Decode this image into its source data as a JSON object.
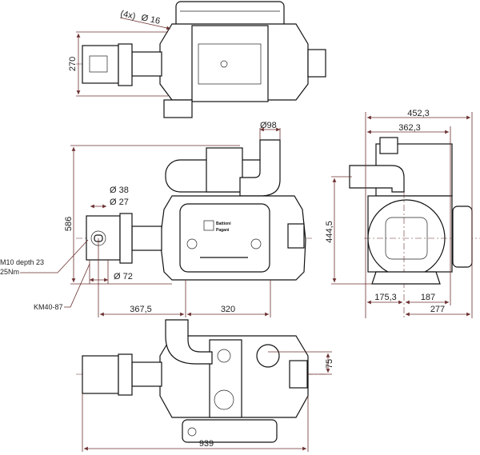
{
  "colors": {
    "dimension": "#6b2f2f",
    "outline": "#111111"
  },
  "top_view": {
    "dim_height": "270",
    "hole_note": "(4x)",
    "hole_dia": "Ø 16"
  },
  "front_view": {
    "dim_height": "586",
    "dim_pipe": "Ø98",
    "dim_shaft_outer": "Ø 38",
    "dim_shaft_inner": "Ø 27",
    "dim_flange": "Ø 72",
    "note_thread": "M10 depth 23",
    "note_torque": "25Nm",
    "note_gearbox": "KM40-87",
    "dim_to_center": "367,5",
    "dim_center_to_end": "320",
    "logo_line1": "Battioni",
    "logo_line2": "Pagani"
  },
  "side_view": {
    "dim_total_width": "452,3",
    "dim_body_width": "362,3",
    "dim_height": "444,5",
    "dim_left": "175,3",
    "dim_right": "187",
    "dim_right_total": "277"
  },
  "bottom_view": {
    "dim_offset": "75",
    "dim_length": "939"
  }
}
